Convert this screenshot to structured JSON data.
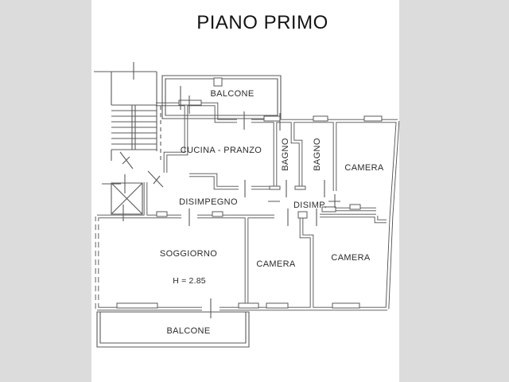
{
  "page": {
    "title": "PIANO PRIMO",
    "background_color": "#dcdcdc",
    "paper_color": "#ffffff",
    "line_color": "#5a5a5a"
  },
  "plan": {
    "balcony_top": "BALCONE",
    "kitchen": "CUCINA - PRANZO",
    "bath1": "BAGNO",
    "bath2": "BAGNO",
    "bedroom_ne": "CAMERA",
    "hallway": "DISIMPEGNO",
    "hallway_small": "DISIMP.",
    "living_room": "SOGGIORNO",
    "ceiling_height": "H = 2.85",
    "bedroom_s": "CAMERA",
    "bedroom_se": "CAMERA",
    "balcony_bottom": "BALCONE"
  }
}
